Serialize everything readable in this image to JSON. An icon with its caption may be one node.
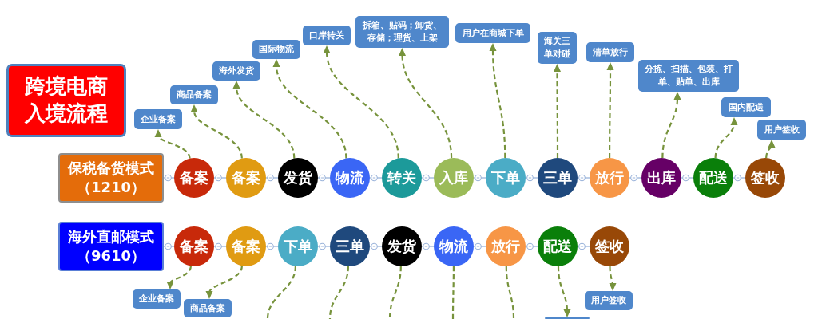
{
  "diagram": {
    "nodes": [
      {
        "text": [
          "跨境电商入境流程"
        ]
      },
      {
        "text": [
          "企业备案"
        ]
      },
      {
        "text": [
          "商品备案"
        ]
      },
      {
        "text": [
          "海外发货"
        ]
      },
      {
        "text": [
          "国际物流"
        ]
      },
      {
        "text": [
          "口岸转关"
        ]
      },
      {
        "text": [
          "拆箱、贴码；卸货、存储；理货、上架"
        ]
      },
      {
        "text": [
          "用户在商城下单"
        ]
      },
      {
        "text": [
          "海关三单对碰"
        ]
      },
      {
        "text": [
          "清单放行"
        ]
      },
      {
        "text": [
          "分拣、扫描、包装、打单、贴单、出库"
        ]
      },
      {
        "text": [
          "国内配送"
        ]
      },
      {
        "text": [
          "用户签收"
        ]
      },
      {
        "text": [
          "保税备货模式（1210）"
        ]
      },
      {
        "text": [
          "备案"
        ]
      },
      {
        "text": [
          "备案"
        ]
      },
      {
        "text": [
          "发货"
        ]
      },
      {
        "text": [
          "物流"
        ]
      },
      {
        "text": [
          "转关"
        ]
      },
      {
        "text": [
          "入库"
        ]
      },
      {
        "text": [
          "下单"
        ]
      },
      {
        "text": [
          "三单"
        ]
      },
      {
        "text": [
          "放行"
        ]
      },
      {
        "text": [
          "出库"
        ]
      },
      {
        "text": [
          "配送"
        ]
      },
      {
        "text": [
          "签收"
        ]
      },
      {
        "text": [
          "海外直邮模式（9610）"
        ]
      },
      {
        "text": [
          "备案"
        ]
      },
      {
        "text": [
          "备案"
        ]
      },
      {
        "text": [
          "下单"
        ]
      },
      {
        "text": [
          "三单"
        ]
      },
      {
        "text": [
          "发货"
        ]
      },
      {
        "text": [
          "物流"
        ]
      },
      {
        "text": [
          "放行"
        ]
      },
      {
        "text": [
          "配送"
        ]
      },
      {
        "text": [
          "签收"
        ]
      },
      {
        "text": [
          "企业备案"
        ]
      },
      {
        "text": [
          "商品备案"
        ]
      },
      {
        "text": [
          "用户签收"
        ]
      },
      {
        "text": [],
        "shape": "box"
      }
    ],
    "edges": [
      {
        "from": 13,
        "to": 14,
        "arrow": "other"
      },
      {
        "from": 14,
        "to": 15,
        "arrow": "other"
      },
      {
        "from": 15,
        "to": 16,
        "arrow": "other"
      },
      {
        "from": 16,
        "to": 17,
        "arrow": "other"
      },
      {
        "from": 17,
        "to": 18,
        "arrow": "other"
      },
      {
        "from": 18,
        "to": 19,
        "arrow": "other"
      },
      {
        "from": 19,
        "to": 20,
        "arrow": "other"
      },
      {
        "from": 20,
        "to": 21,
        "arrow": "other"
      },
      {
        "from": 21,
        "to": 22,
        "arrow": "other"
      },
      {
        "from": 22,
        "to": 23,
        "arrow": "other"
      },
      {
        "from": 23,
        "to": 24,
        "arrow": "other"
      },
      {
        "from": 24,
        "to": 25,
        "arrow": "other"
      },
      {
        "from": 14,
        "to": 1,
        "arrow": "to",
        "style": "dashed",
        "color": "#77933c"
      },
      {
        "from": 15,
        "to": 2,
        "arrow": "to",
        "style": "dashed",
        "color": "#77933c"
      },
      {
        "from": 16,
        "to": 3,
        "arrow": "to",
        "style": "dashed",
        "color": "#77933c"
      },
      {
        "from": 17,
        "to": 4,
        "arrow": "to",
        "style": "dashed",
        "color": "#77933c"
      },
      {
        "from": 18,
        "to": 5,
        "arrow": "to",
        "style": "dashed",
        "color": "#77933c"
      },
      {
        "from": 19,
        "to": 6,
        "arrow": "to",
        "style": "dashed",
        "color": "#77933c"
      },
      {
        "from": 20,
        "to": 7,
        "arrow": "to",
        "style": "dashed",
        "color": "#77933c"
      },
      {
        "from": 21,
        "to": 8,
        "arrow": "to",
        "style": "dashed",
        "color": "#77933c"
      },
      {
        "from": 22,
        "to": 9,
        "arrow": "to",
        "style": "dashed",
        "color": "#77933c"
      },
      {
        "from": 23,
        "to": 10,
        "arrow": "to",
        "style": "dashed",
        "color": "#77933c"
      },
      {
        "from": 24,
        "to": 11,
        "arrow": "to",
        "style": "dashed",
        "color": "#77933c"
      },
      {
        "from": 25,
        "to": 12,
        "arrow": "to",
        "style": "dashed",
        "color": "#77933c"
      },
      {
        "from": 26,
        "to": 27,
        "arrow": "other"
      },
      {
        "from": 27,
        "to": 28,
        "arrow": "other"
      },
      {
        "from": 28,
        "to": 29,
        "arrow": "other"
      },
      {
        "from": 29,
        "to": 30,
        "arrow": "other"
      },
      {
        "from": 30,
        "to": 31,
        "arrow": "other"
      },
      {
        "from": 31,
        "to": 32,
        "arrow": "other"
      },
      {
        "from": 32,
        "to": 33,
        "arrow": "other"
      },
      {
        "from": 33,
        "to": 34,
        "arrow": "other"
      },
      {
        "from": 34,
        "to": 35,
        "arrow": "other"
      },
      {
        "from": 27,
        "to": 36,
        "arrow": "to",
        "style": "dashed",
        "color": "#77933c"
      },
      {
        "from": 28,
        "to": 37,
        "arrow": "to",
        "style": "dashed",
        "color": "#77933c"
      },
      {
        "from": 29,
        "to": null,
        "arrow": "none",
        "style": "dashed",
        "color": "#77933c"
      },
      {
        "from": 30,
        "to": null,
        "arrow": "none",
        "style": "dashed",
        "color": "#77933c"
      },
      {
        "from": 31,
        "to": null,
        "arrow": "none",
        "style": "dashed",
        "color": "#77933c"
      },
      {
        "from": 32,
        "to": null,
        "arrow": "none",
        "style": "dashed",
        "color": "#77933c"
      },
      {
        "from": 33,
        "to": null,
        "arrow": "none",
        "style": "dashed",
        "color": "#77933c"
      },
      {
        "from": 34,
        "to": 39,
        "arrow": "to",
        "style": "dashed",
        "color": "#77933c"
      },
      {
        "from": 35,
        "to": 38,
        "arrow": "to",
        "style": "dashed",
        "color": "#77933c"
      }
    ]
  }
}
